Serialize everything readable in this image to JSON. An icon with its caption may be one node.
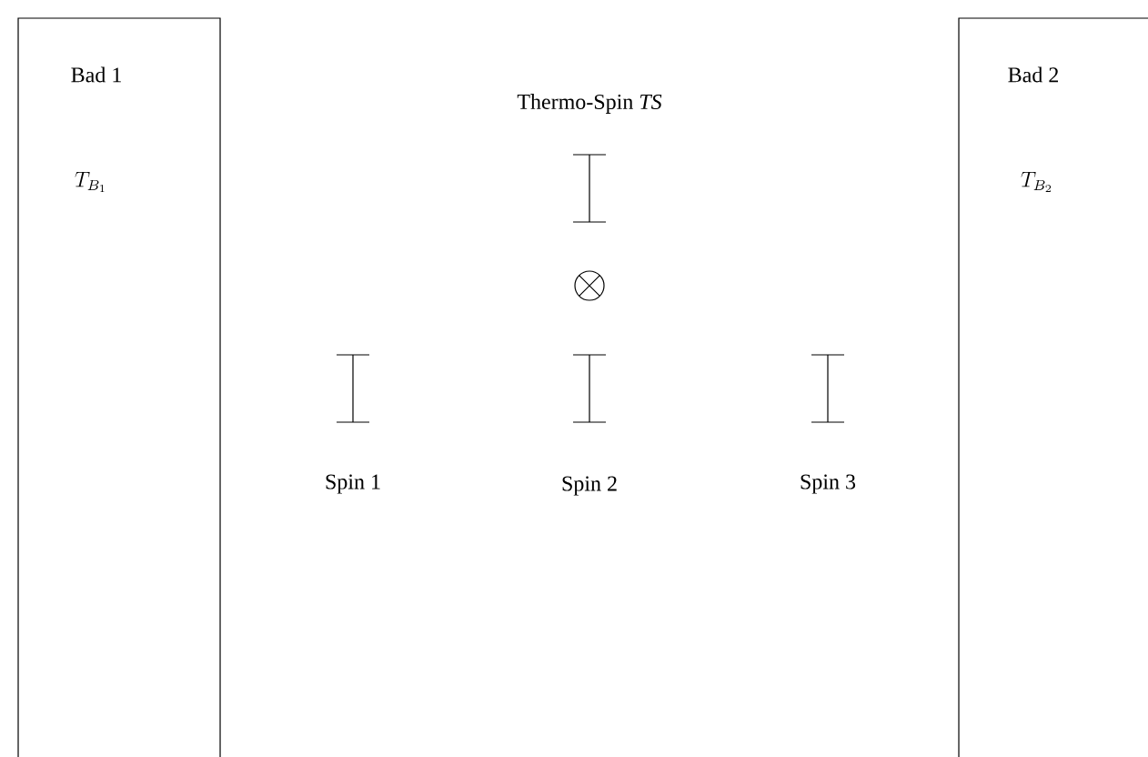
{
  "diagram": {
    "nodes": [
      {
        "text": [
          "Bad 1",
          "T_{B_1}"
        ]
      },
      {
        "text": [
          "Bad 2",
          "T_{B_2}"
        ]
      },
      {
        "text": [
          "Thermo-Spin *TS*"
        ]
      },
      {
        "text": [
          "Spin 1"
        ]
      },
      {
        "text": [
          "Spin 2"
        ]
      },
      {
        "text": [
          "Spin 3"
        ]
      }
    ]
  }
}
